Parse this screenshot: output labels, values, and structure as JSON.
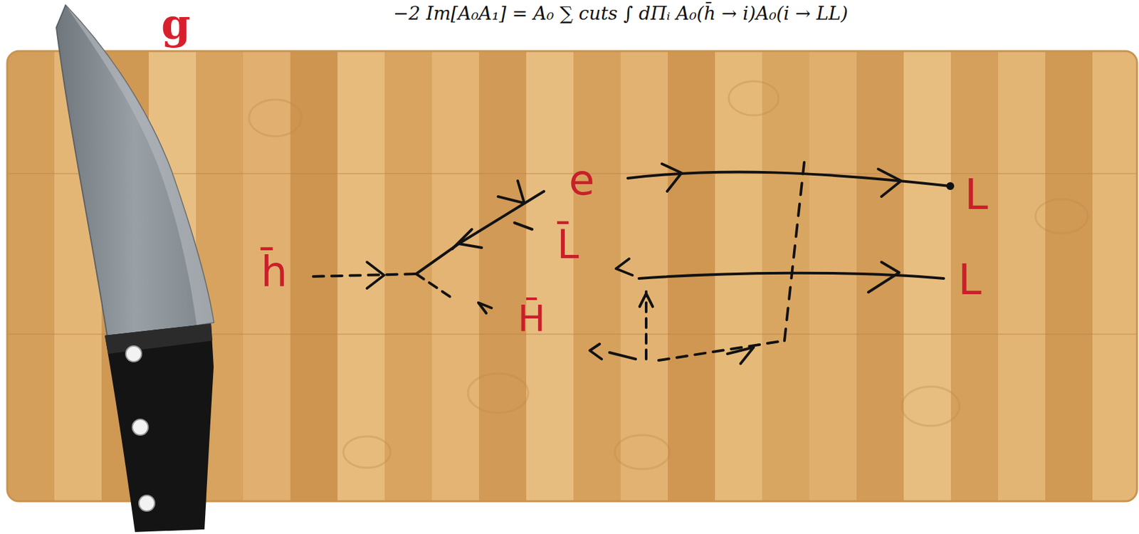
{
  "diagram": {
    "labels": [
      "g",
      "−2 Im[A₀A₁] = A₀ ∑ cuts ∫ dΠᵢ A₀(h̄ → i)A₀(i → LL)",
      "h̄",
      "e",
      "L̄",
      "H̄",
      "L",
      "L"
    ]
  }
}
